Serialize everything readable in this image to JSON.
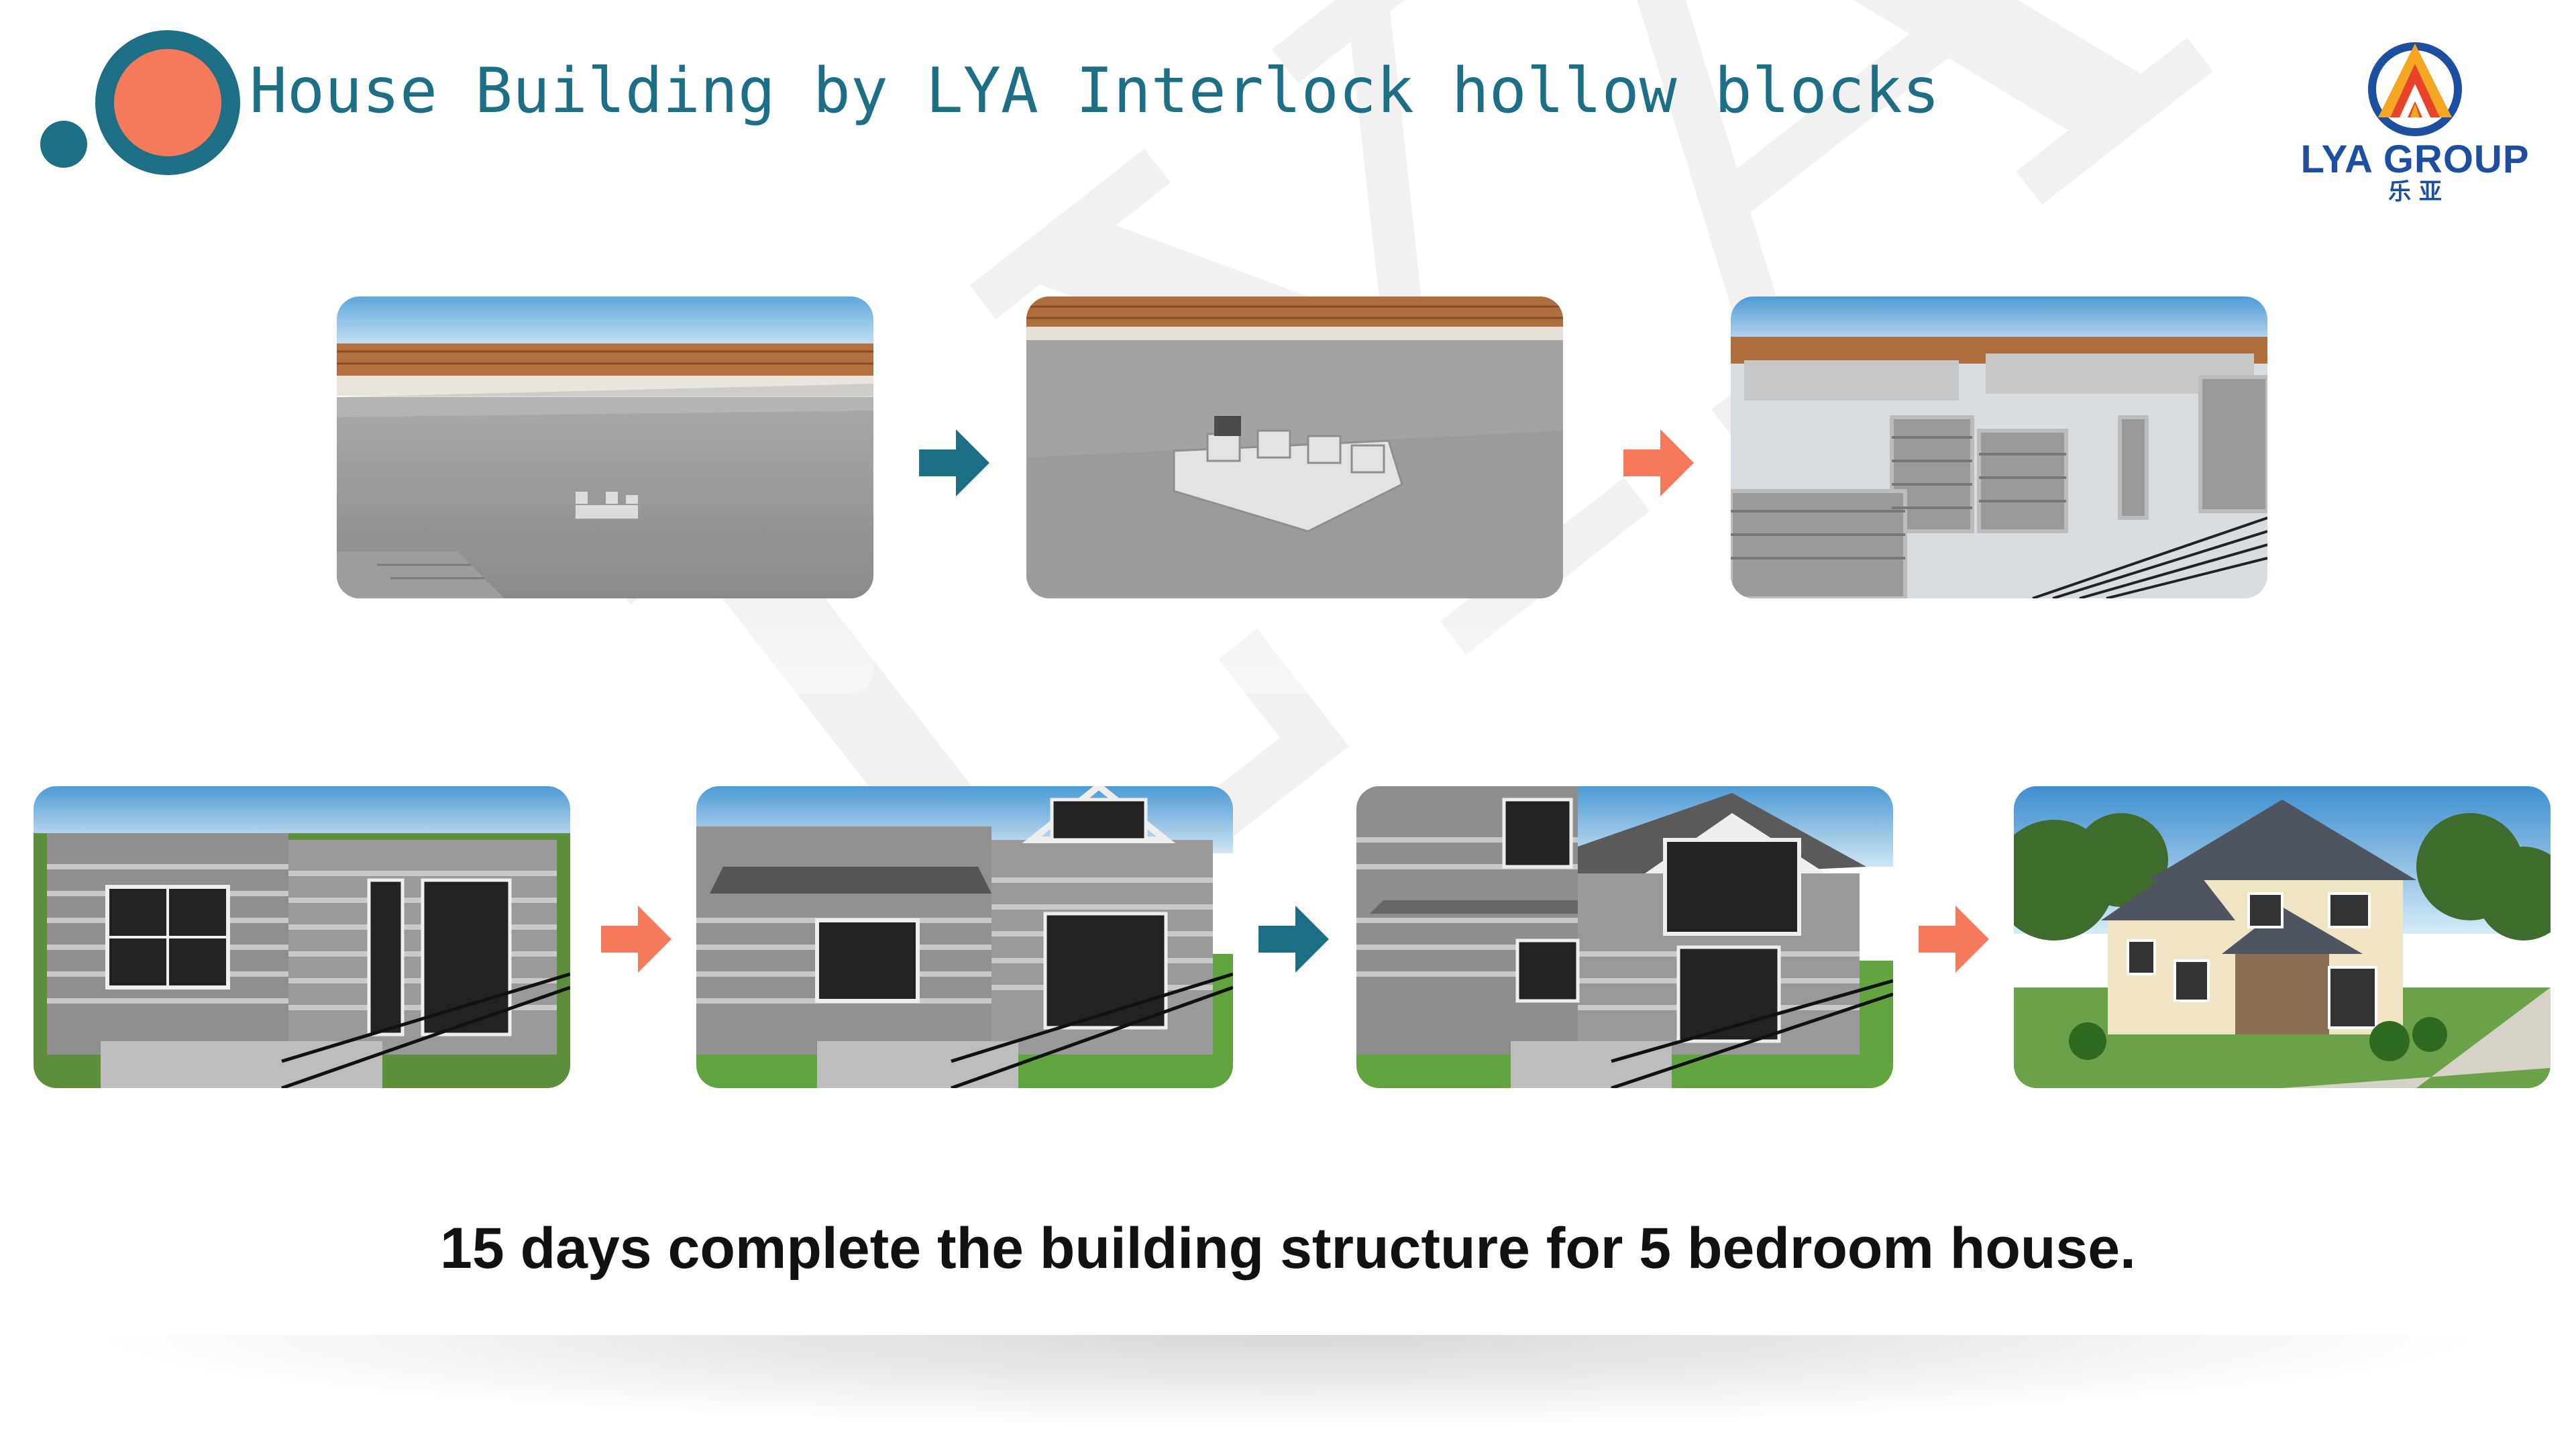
{
  "header": {
    "title": "House Building by LYA Interlock hollow blocks",
    "logo_name": "LYA GROUP",
    "logo_cn": "乐 亚"
  },
  "watermark": "LYA",
  "steps": [
    {
      "stage": "foundation slab with first blocks"
    },
    {
      "stage": "blocks laid in corner"
    },
    {
      "stage": "ground floor walls rising"
    },
    {
      "stage": "first floor walls with window frames"
    },
    {
      "stage": "roof and upper floor framing"
    },
    {
      "stage": "structure with gable roof"
    },
    {
      "stage": "finished villa"
    }
  ],
  "arrows": [
    {
      "color": "#1c6f85"
    },
    {
      "color": "#f47a5b"
    },
    {
      "color": "#f47a5b"
    },
    {
      "color": "#1c6f85"
    },
    {
      "color": "#f47a5b"
    }
  ],
  "caption": "15 days complete the building structure for 5 bedroom house.",
  "colors": {
    "teal": "#1c6f85",
    "coral": "#f47a5b",
    "logo_blue": "#1c4fa0"
  }
}
